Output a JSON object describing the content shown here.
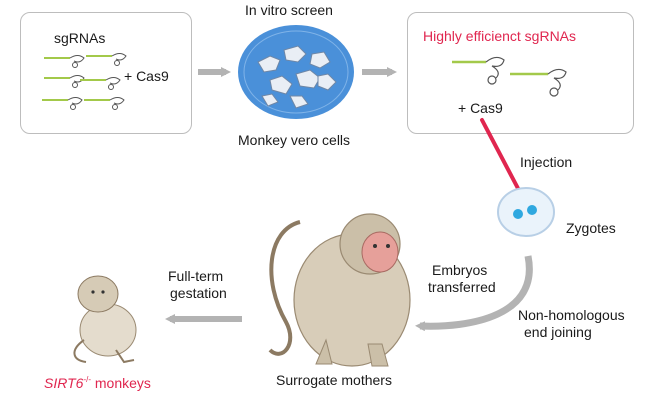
{
  "left_box": {
    "title": "sgRNAs",
    "cas9": "+ Cas9"
  },
  "screen": {
    "top_label": "In vitro screen",
    "bottom_label": "Monkey vero cells"
  },
  "right_box": {
    "title": "Highly efficienct sgRNAs",
    "cas9": "+ Cas9"
  },
  "steps": {
    "injection": "Injection",
    "zygotes": "Zygotes",
    "embryos_line1": "Embryos",
    "embryos_line2": "transferred",
    "nhej_line1": "Non-homologous",
    "nhej_line2": "end joining",
    "gestation_line1": "Full-term",
    "gestation_line2": "gestation"
  },
  "surrogate_label": "Surrogate mothers",
  "result": {
    "gene": "SIRT6",
    "superscript": "-/-",
    "suffix": " monkeys"
  },
  "colors": {
    "accent_red": "#e0264f",
    "arrow_gray": "#b3b3b3",
    "box_border": "#bdbdbd",
    "cell_blue": "#4a90d9",
    "guide_green": "#a3c94a",
    "zygote_blue": "#2fa8e0"
  }
}
